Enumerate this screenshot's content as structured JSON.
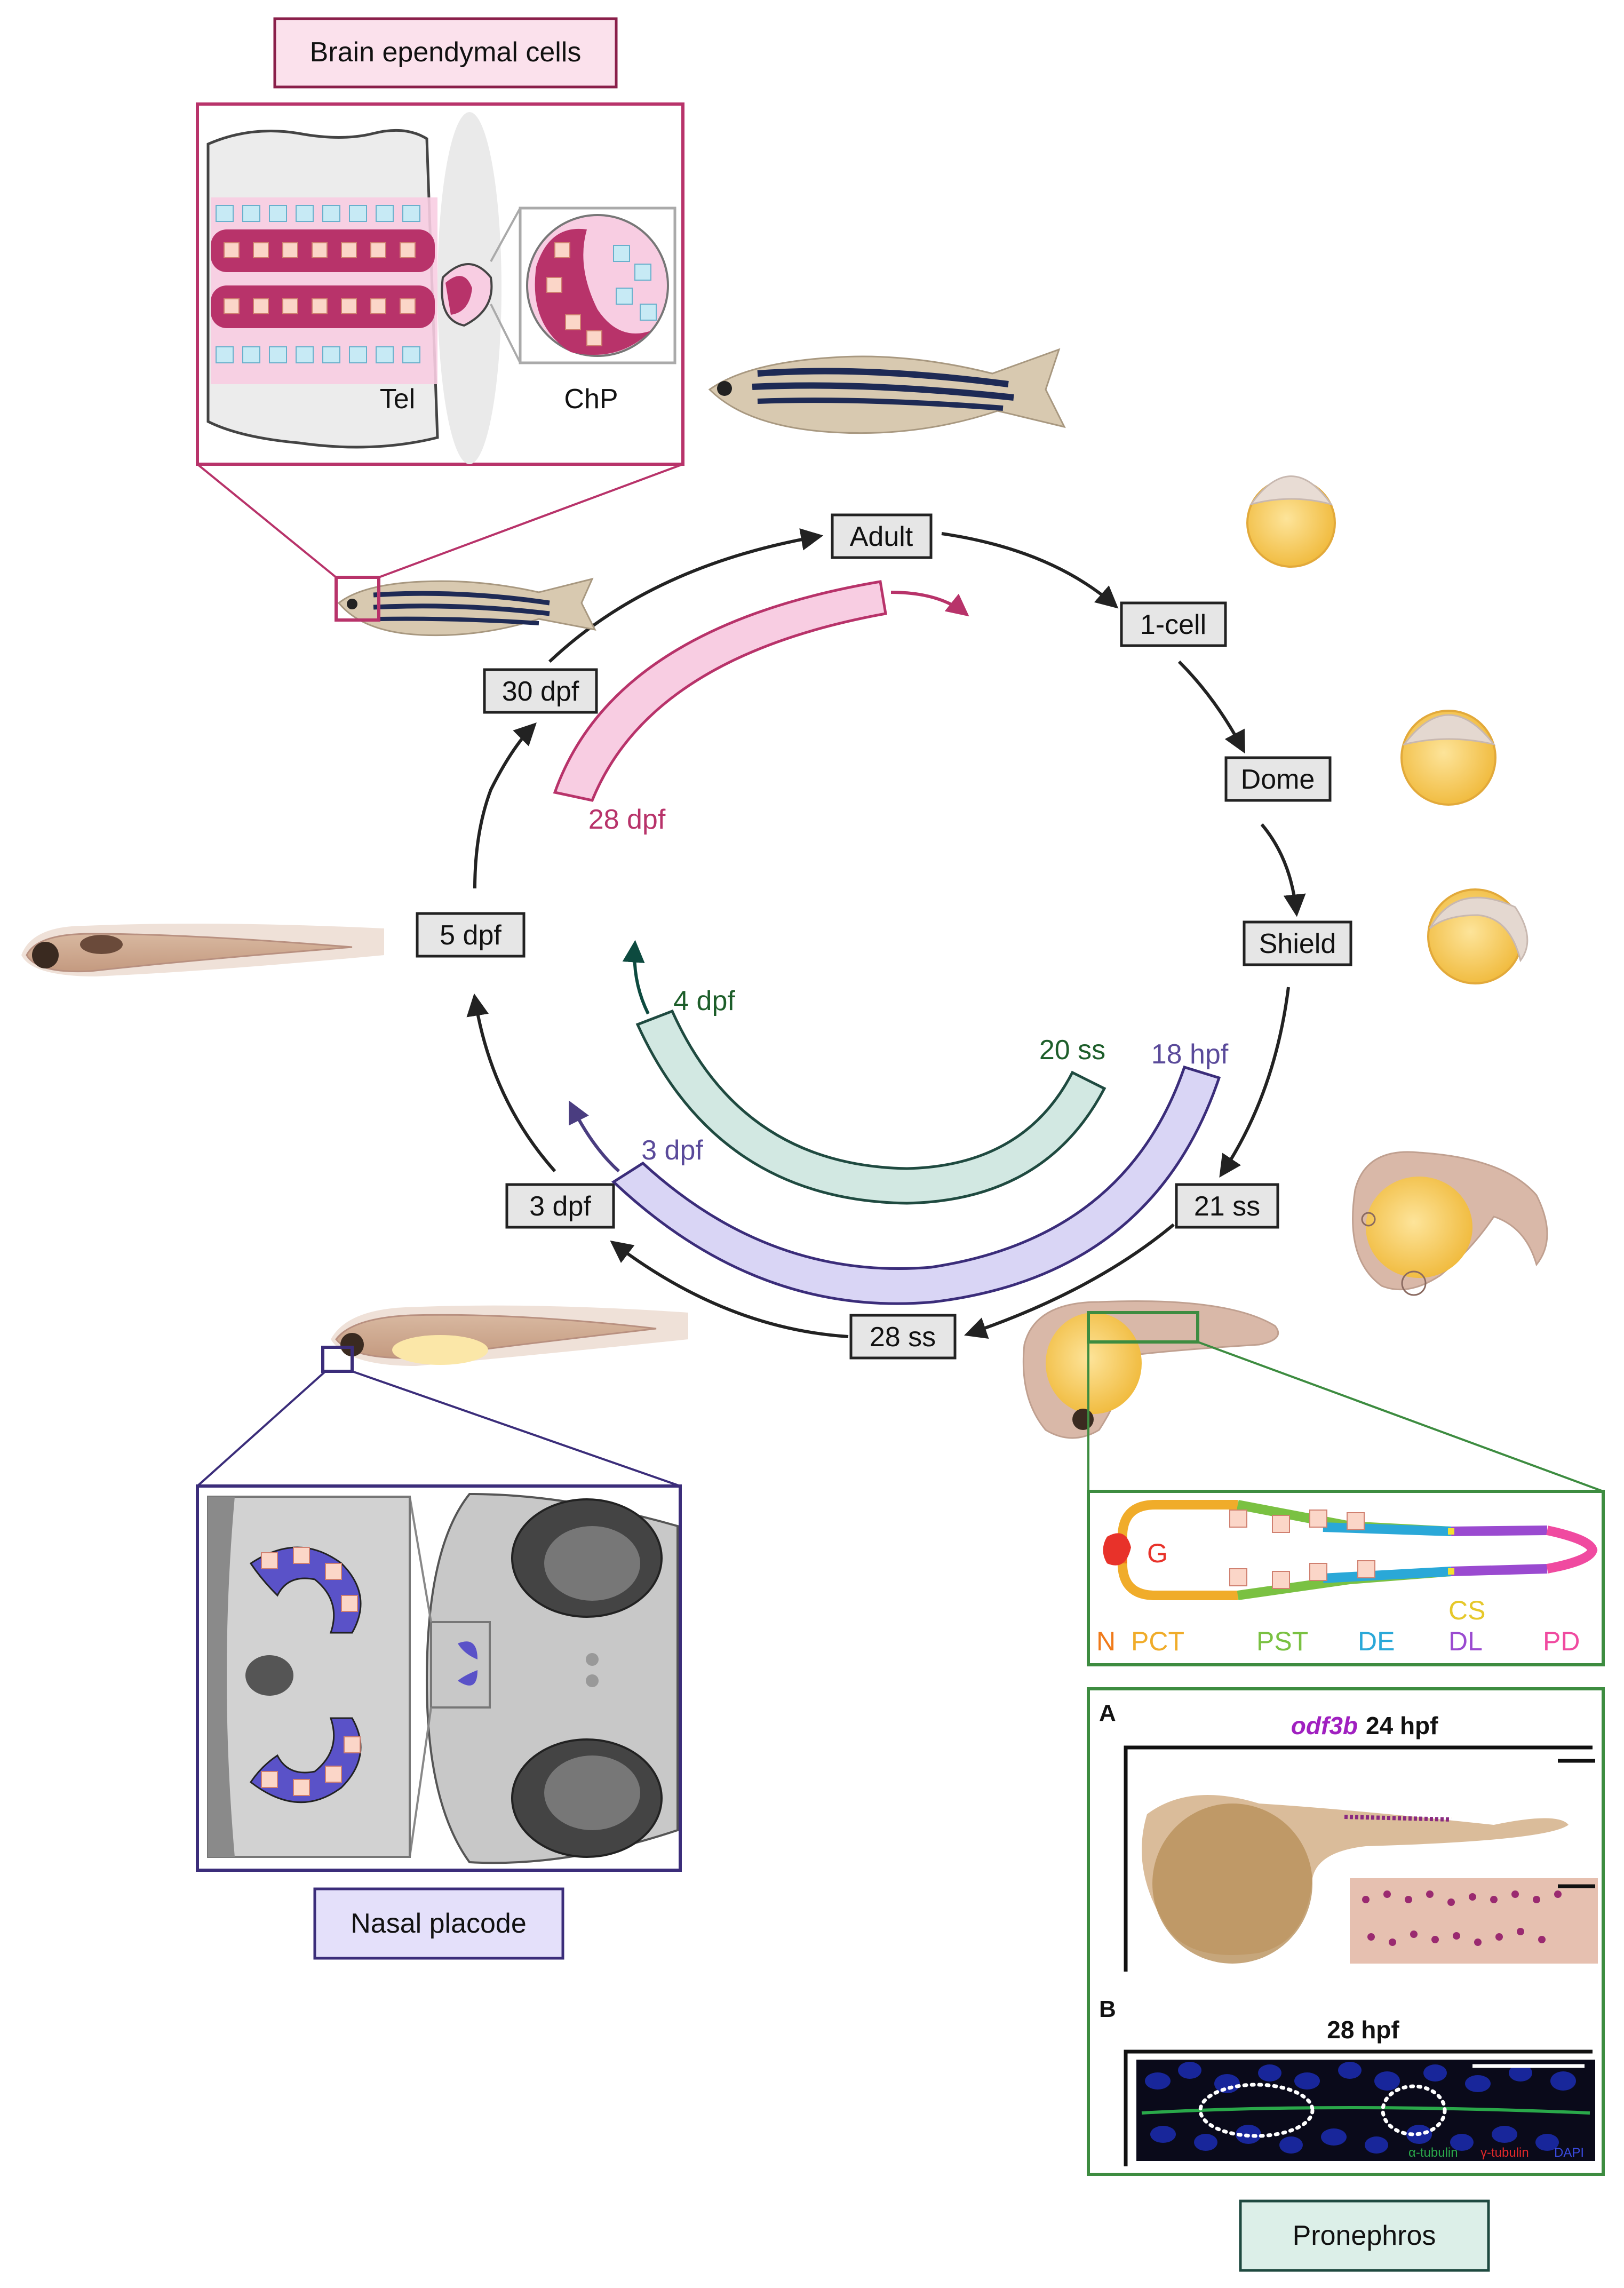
{
  "stages": [
    {
      "id": "adult",
      "label": "Adult"
    },
    {
      "id": "one_cell",
      "label": "1-cell"
    },
    {
      "id": "dome",
      "label": "Dome"
    },
    {
      "id": "shield",
      "label": "Shield"
    },
    {
      "id": "ss21",
      "label": "21 ss"
    },
    {
      "id": "ss28",
      "label": "28 ss"
    },
    {
      "id": "dpf3",
      "label": "3 dpf"
    },
    {
      "id": "dpf5",
      "label": "5 dpf"
    },
    {
      "id": "dpf30",
      "label": "30 dpf"
    }
  ],
  "windows": {
    "brain": {
      "start": "28 dpf"
    },
    "pronephros": {
      "start": "20 ss",
      "end": "4 dpf"
    },
    "nasal": {
      "start": "18 hpf",
      "end": "3 dpf"
    }
  },
  "brain_panel": {
    "title": "Brain ependymal cells",
    "tel": "Tel",
    "chp": "ChP"
  },
  "nasal_panel": {
    "title": "Nasal placode"
  },
  "pronephros_panel": {
    "title": "Pronephros",
    "labels": {
      "g": "G",
      "n": "N",
      "pct": "PCT",
      "pst": "PST",
      "de": "DE",
      "cs": "CS",
      "dl": "DL",
      "pd": "PD"
    },
    "panel_a": {
      "letter": "A",
      "gene": "odf3b",
      "time": "24 hpf"
    },
    "panel_b": {
      "letter": "B",
      "time": "28 hpf",
      "stain1": "α-tubulin",
      "stain2": "γ-tubulin",
      "stain3": "DAPI"
    }
  },
  "colors": {
    "brain": "#b8336a",
    "nasal": "#3b2d7a",
    "pronephros": "#3d8c40",
    "pronephros_window": "#0d4a3f",
    "nasal_window": "#5a4a9a"
  }
}
